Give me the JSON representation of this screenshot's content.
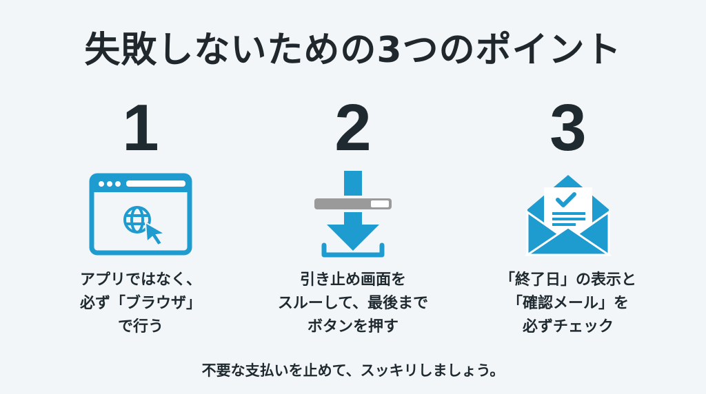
{
  "title": "失敗しないための3つのポイント",
  "colors": {
    "background": "#f3f6f8",
    "text": "#1f2a30",
    "accent": "#1e9cd0",
    "progress_gray": "#9a9a9a"
  },
  "points": [
    {
      "number": "1",
      "icon": "browser-globe-cursor-icon",
      "description": "アプリではなく、\n必ず「ブラウザ」\nで行う"
    },
    {
      "number": "2",
      "icon": "download-progress-icon",
      "description": "引き止め画面を\nスルーして、最後まで\nボタンを押す"
    },
    {
      "number": "3",
      "icon": "open-envelope-check-icon",
      "description": "「終了日」の表示と\n「確認メール」を\n必ずチェック"
    }
  ],
  "footer": "不要な支払いを止めて、スッキリしましょう。"
}
